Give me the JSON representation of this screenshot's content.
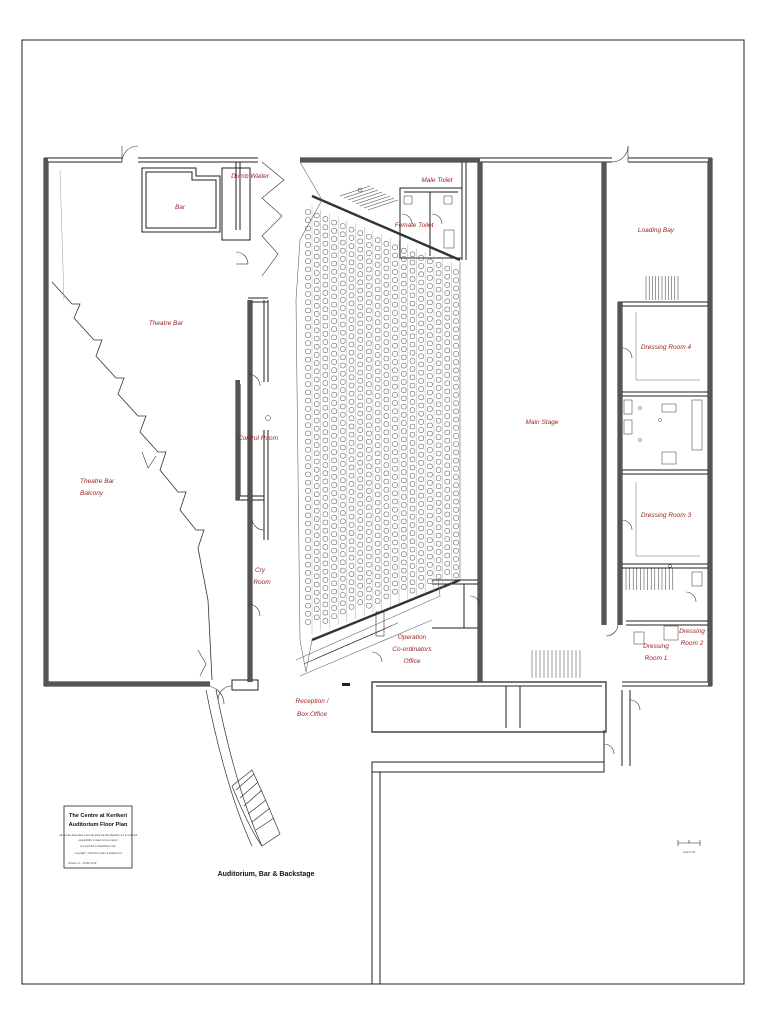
{
  "title_block": {
    "heading": "The Centre at Kerikeri",
    "subheading": "Auditorium Floor Plan",
    "notes": [
      "All care has been taken to provide plans but this diagram is not to scale and",
      "responsibility is taken for its accuracy",
      "It is provided for information only",
      "Copyright © 2019 The Centre at Kerikeri Ltd",
      "Version 1.2 – 10 May 2019"
    ]
  },
  "drawing_caption": "Auditorium, Bar & Backstage",
  "scale_label": "Scale 1:100",
  "rooms": {
    "bar": "Bar",
    "dumb_waiter": "Dumb Waiter",
    "theatre_bar": "Theatre Bar",
    "theatre_bar_balcony_1": "Theatre Bar",
    "theatre_bar_balcony_2": "Balcony",
    "control_room": "Control Room",
    "cry_room_1": "Cry",
    "cry_room_2": "Room",
    "male_toilet": "Male Toilet",
    "female_toilet": "Female Toilet",
    "loading_bay": "Loading Bay",
    "dressing_room_4": "Dressing Room 4",
    "main_stage": "Main Stage",
    "dressing_room_3": "Dressing Room 3",
    "operation_1": "Operation",
    "operation_2": "Co-ordinators",
    "operation_3": "Office",
    "dressing_room_1_a": "Dressing",
    "dressing_room_1_b": "Room 1",
    "dressing_room_2_a": "Dressing",
    "dressing_room_2_b": "Room 2",
    "reception_1": "Reception /",
    "reception_2": "Box Office"
  },
  "colors": {
    "room_label": "#9b1c1c",
    "wall": "#222222",
    "wall_fill": "#555555"
  }
}
